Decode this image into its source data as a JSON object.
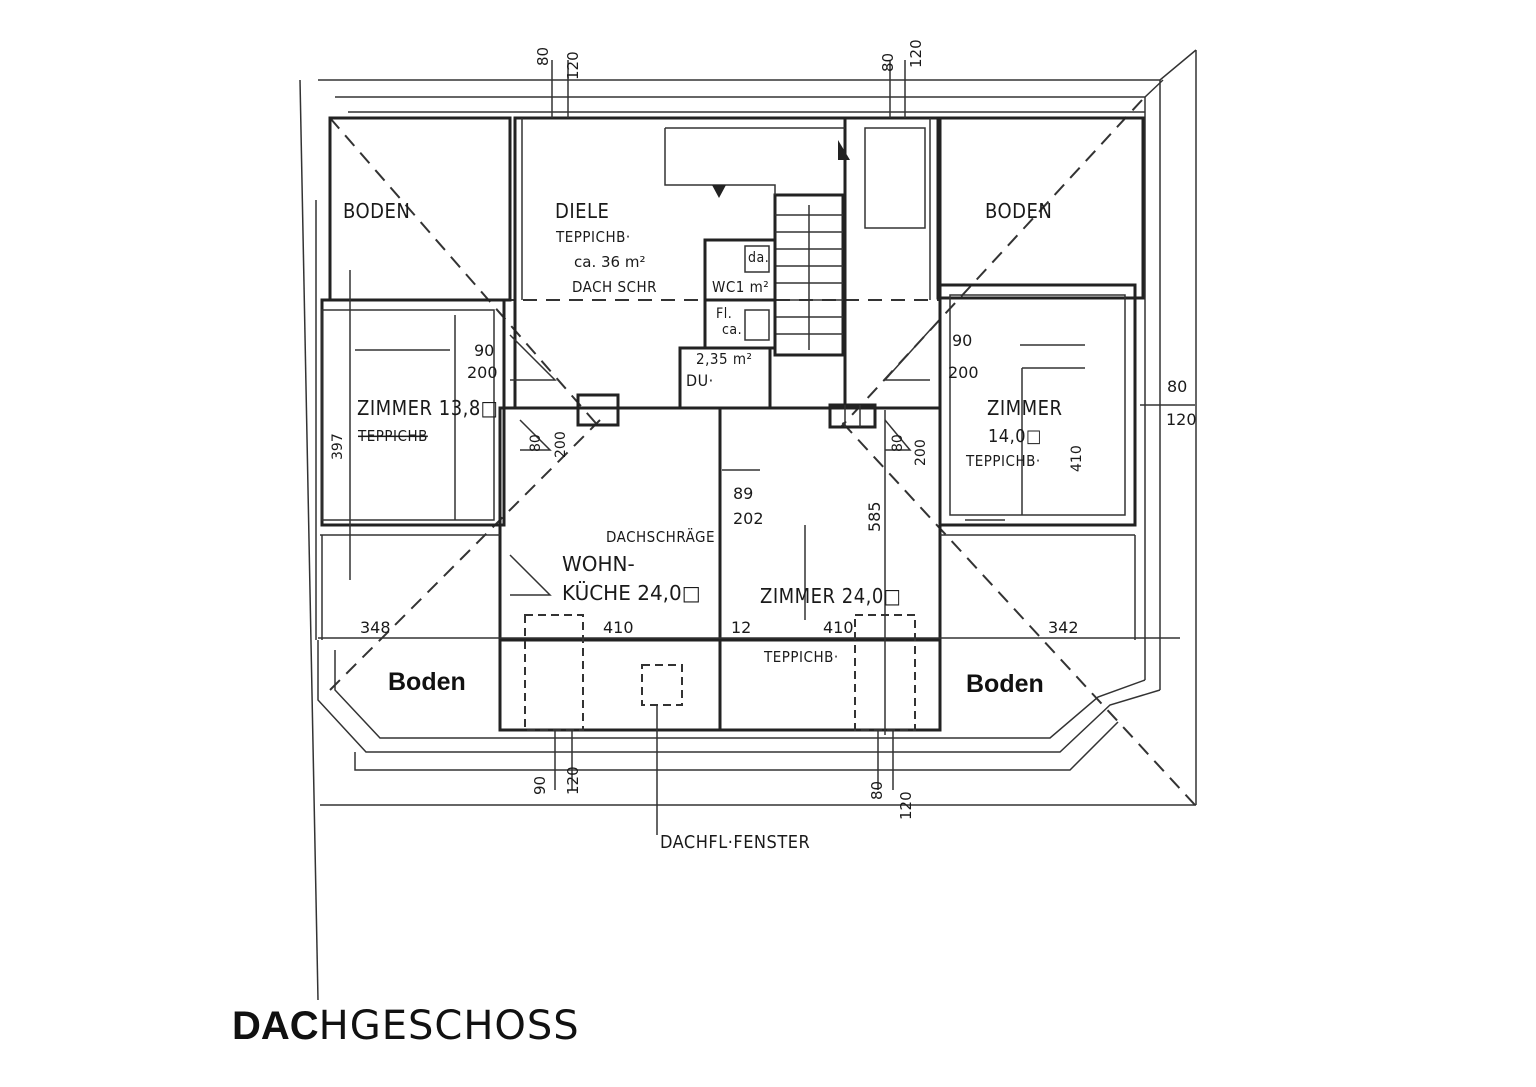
{
  "plan_title": {
    "bold_part": "DAC",
    "light_part": "HGESCHOSS"
  },
  "rooms": {
    "boden_tl": "BODEN",
    "boden_tr": "BODEN",
    "diele_name": "DIELE",
    "diele_floor": "TEPPICHB·",
    "diele_area": "ca. 36 m²",
    "diele_slope": "DACH SCHR",
    "bath_da": "da.",
    "bath_wc": "WC1 m²",
    "bath_fl": "Fl.",
    "bath_ca": "ca.",
    "bath_area": "2,35 m²",
    "bath_du": "DU·",
    "zimmer_left_name": "ZIMMER 13,8□",
    "zimmer_left_floor": "TEPPICHB",
    "zimmer_right_name": "ZIMMER",
    "zimmer_right_area": "14,0□",
    "zimmer_right_floor": "TEPPICHB·",
    "dachschraege": "DACHSCHRÄGE",
    "wohn_1": "WOHN-",
    "wohn_2": "KÜCHE 24,0□",
    "zimmer_bottom": "ZIMMER 24,0□",
    "zimmer_bottom_floor": "TEPPICHB·",
    "boden_bl": "Boden",
    "boden_br": "Boden",
    "skylight": "DACHFL·FENSTER"
  },
  "dims": {
    "top_80_a": "80",
    "top_120_a": "120",
    "top_80_b": "80",
    "top_120_b": "120",
    "right_80": "80",
    "right_120": "120",
    "bot_90_a": "90",
    "bot_120_a": "120",
    "bot_80_b": "80",
    "bot_120_b": "120",
    "win_l_90": "90",
    "win_l_200": "200",
    "win_r_90": "90",
    "win_r_200": "200",
    "door_l_80": "80",
    "door_l_200": "200",
    "door_r_80": "80",
    "door_r_200": "200",
    "stair_89": "89",
    "stair_202": "202",
    "left_397": "397",
    "right_410": "410",
    "height_585": "585",
    "bot_348": "348",
    "bot_410_a": "410",
    "bot_12": "12",
    "bot_410_b": "410",
    "bot_342": "342"
  }
}
